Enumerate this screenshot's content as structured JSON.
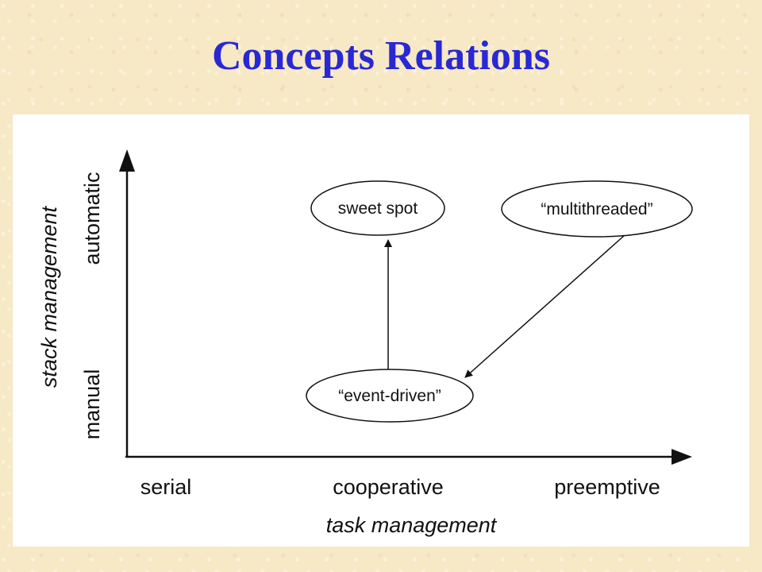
{
  "title": "Concepts Relations",
  "diagram": {
    "y_axis": {
      "title": "stack management",
      "ticks": [
        "manual",
        "automatic"
      ]
    },
    "x_axis": {
      "title": "task management",
      "ticks": [
        "serial",
        "cooperative",
        "preemptive"
      ]
    },
    "nodes": {
      "sweet_spot": "sweet spot",
      "multithreaded": "“multithreaded”",
      "event_driven": "“event-driven”"
    },
    "edges": [
      {
        "from": "event-driven",
        "to": "sweet spot"
      },
      {
        "from": "multithreaded",
        "to": "event-driven"
      }
    ]
  }
}
